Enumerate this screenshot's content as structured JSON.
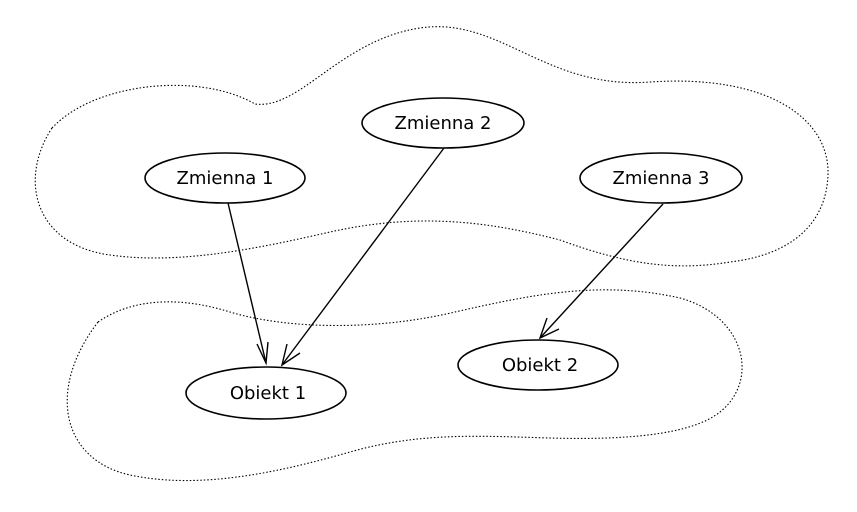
{
  "nodes": {
    "zmienna_1": "Zmienna 1",
    "zmienna_2": "Zmienna 2",
    "zmienna_3": "Zmienna 3",
    "obiekt_1": "Obiekt 1",
    "obiekt_2": "Obiekt 2"
  },
  "edges": [
    {
      "from": "zmienna_1",
      "to": "obiekt_1"
    },
    {
      "from": "zmienna_2",
      "to": "obiekt_1"
    },
    {
      "from": "zmienna_3",
      "to": "obiekt_2"
    }
  ],
  "regions": [
    "variables-region",
    "objects-region"
  ],
  "colors": {
    "stroke": "#000000",
    "background": "#ffffff"
  }
}
